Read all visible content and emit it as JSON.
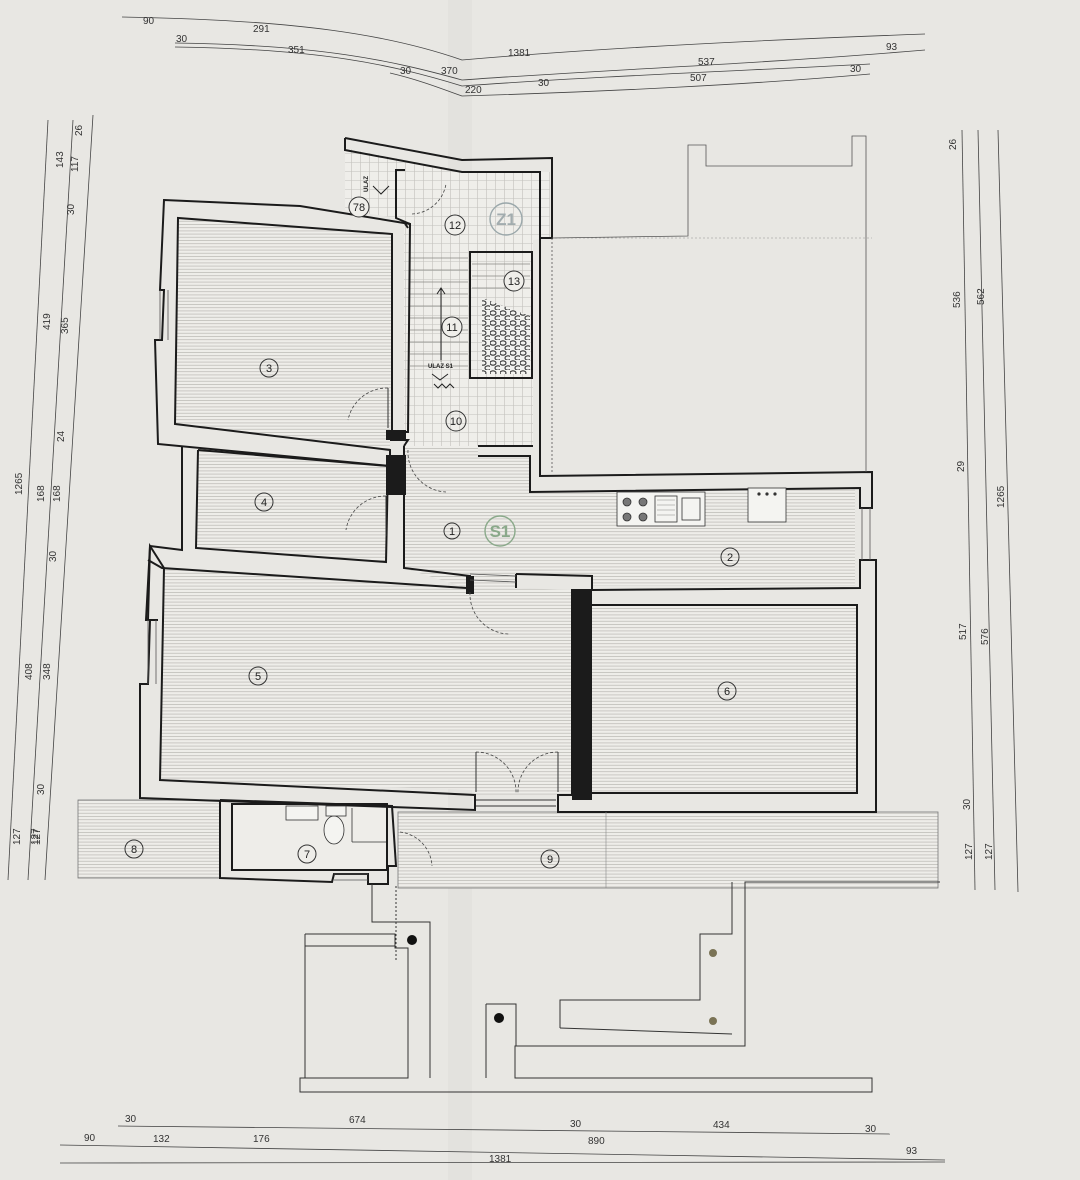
{
  "dimensions": {
    "top_row1": [
      "90",
      "291",
      "1381",
      "93"
    ],
    "top_row2": [
      "30",
      "351",
      "370",
      "537"
    ],
    "top_row3": [
      "30",
      "220",
      "30",
      "507",
      "30"
    ],
    "bottom_row1": [
      "30",
      "674",
      "30",
      "434",
      "30"
    ],
    "bottom_row2": [
      "90",
      "132",
      "176",
      "890",
      "93"
    ],
    "bottom_row3": [
      "1381"
    ],
    "left_outer": [
      "1265",
      "127"
    ],
    "left_mid": [
      "143",
      "419",
      "168",
      "408",
      "127"
    ],
    "left_inner": [
      "26",
      "117",
      "30",
      "365",
      "24",
      "168",
      "30",
      "348",
      "30",
      "127"
    ],
    "right_inner": [
      "26",
      "536",
      "29",
      "517",
      "30",
      "127"
    ],
    "right_mid": [
      "562",
      "576",
      "127"
    ],
    "right_outer": [
      "1265"
    ]
  },
  "rooms": [
    "1",
    "2",
    "3",
    "4",
    "5",
    "6",
    "7",
    "8",
    "9",
    "10",
    "11",
    "12",
    "13",
    "78"
  ],
  "zones": [
    "S1",
    "Z1"
  ],
  "entry_labels": {
    "ulaz": "ULAZ",
    "ulaz_s1": "ULAZ S1"
  }
}
